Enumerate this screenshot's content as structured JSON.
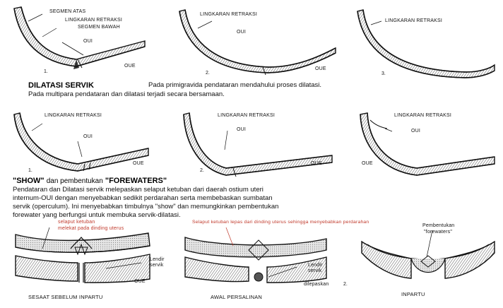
{
  "row1": {
    "p1": {
      "segmen_atas": "SEGMEN ATAS",
      "lingkaran": "LINGKARAN RETRAKSI",
      "segmen_bawah": "SEGMEN BAWAH",
      "oui": "OUI",
      "oue": "OUE",
      "num": "1."
    },
    "p2": {
      "lingkaran": "LINGKARAN RETRAKSI",
      "oui": "OUI",
      "oue": "OUE",
      "num": "2."
    },
    "p3": {
      "lingkaran": "LINGKARAN RETRAKSI",
      "num": "3."
    }
  },
  "dilatasi": {
    "title": "DILATASI SERVIK",
    "line1": "Pada primigravida pendataran mendahului proses dilatasi.",
    "line2": "Pada multipara pendataran dan dilatasi terjadi secara bersamaan."
  },
  "row2": {
    "p1": {
      "lingkaran": "LINGKARAN RETRAKSI",
      "oui": "OUI",
      "oue": "OUE",
      "num": "1."
    },
    "p2": {
      "lingkaran": "LINGKARAN RETRAKSI",
      "oui": "OUI",
      "oue": "OUE",
      "num": "2."
    },
    "p3": {
      "lingkaran": "LINGKARAN RETRAKSI",
      "oui": "OUI",
      "oue": "OUE"
    }
  },
  "show": {
    "title_a": "\"SHOW\"",
    "title_b": "dan pembentukan",
    "title_c": "\"FOREWATERS\"",
    "lines": [
      "Pendataran dan Dilatasi servik melepaskan selaput ketuban dari daerah ostium uteri",
      "internum-OUI dengan menyebabkan sedikit perdarahan serta membebaskan sumbatan",
      "servik (operculum). Ini menyebabkan timbulnya \"show\" dan memungkinkan pembentukan",
      "forewater yang berfungsi untuk membuka servik-dilatasi."
    ]
  },
  "row3": {
    "p1": {
      "red1": "selaput ketuban",
      "red2": "melekat pada dinding uterus",
      "lendir1": "Lendir",
      "lendir2": "servik",
      "oue": "OUE",
      "caption": "SESAAT SEBELUM INPARTU"
    },
    "p2": {
      "red": "Selaput ketuban lepas dari dinding uterus sehingga menyebabkan perdarahan",
      "lendir1": "Lendir",
      "lendir2": "servik",
      "lendir3": "dilepaskan",
      "num": "2.",
      "caption": "AWAL PERSALINAN"
    },
    "p3": {
      "pemb1": "Pembentukan",
      "pemb2": "\"forewaters\"",
      "caption": "INPARTU"
    }
  }
}
